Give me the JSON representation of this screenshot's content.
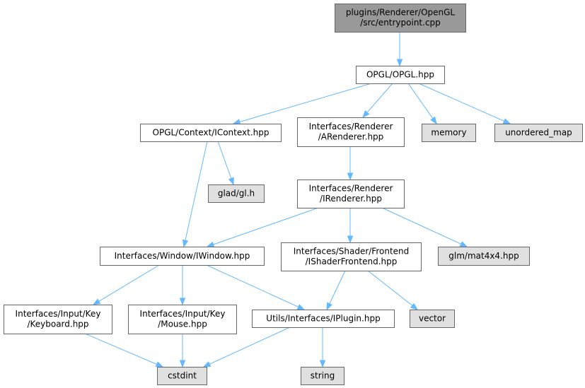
{
  "colors": {
    "root_fill": "#999999",
    "header_fill": "#ffffff",
    "system_fill": "#e0e0e0",
    "border": "#666666",
    "edge": "#63b8ff"
  },
  "nodes": [
    {
      "id": "entrypoint",
      "kind": "root",
      "lines": [
        "plugins/Renderer/OpenGL",
        "/src/entrypoint.cpp"
      ]
    },
    {
      "id": "opgl",
      "kind": "header",
      "lines": [
        "OPGL/OPGL.hpp"
      ]
    },
    {
      "id": "icontext",
      "kind": "header",
      "lines": [
        "OPGL/Context/IContext.hpp"
      ]
    },
    {
      "id": "arenderer",
      "kind": "header",
      "lines": [
        "Interfaces/Renderer",
        "/ARenderer.hpp"
      ]
    },
    {
      "id": "memory",
      "kind": "system",
      "lines": [
        "memory"
      ]
    },
    {
      "id": "unordered_map",
      "kind": "system",
      "lines": [
        "unordered_map"
      ]
    },
    {
      "id": "glad",
      "kind": "system",
      "lines": [
        "glad/gl.h"
      ]
    },
    {
      "id": "irenderer",
      "kind": "header",
      "lines": [
        "Interfaces/Renderer",
        "/IRenderer.hpp"
      ]
    },
    {
      "id": "iwindow",
      "kind": "header",
      "lines": [
        "Interfaces/Window/IWindow.hpp"
      ]
    },
    {
      "id": "ishader",
      "kind": "header",
      "lines": [
        "Interfaces/Shader/Frontend",
        "/IShaderFrontend.hpp"
      ]
    },
    {
      "id": "mat4x4",
      "kind": "system",
      "lines": [
        "glm/mat4x4.hpp"
      ]
    },
    {
      "id": "keyboard",
      "kind": "header",
      "lines": [
        "Interfaces/Input/Key",
        "/Keyboard.hpp"
      ]
    },
    {
      "id": "mouse",
      "kind": "header",
      "lines": [
        "Interfaces/Input/Key",
        "/Mouse.hpp"
      ]
    },
    {
      "id": "iplugin",
      "kind": "header",
      "lines": [
        "Utils/Interfaces/IPlugin.hpp"
      ]
    },
    {
      "id": "vector",
      "kind": "system",
      "lines": [
        "vector"
      ]
    },
    {
      "id": "cstdint",
      "kind": "system",
      "lines": [
        "cstdint"
      ]
    },
    {
      "id": "string",
      "kind": "system",
      "lines": [
        "string"
      ]
    }
  ],
  "edges": [
    {
      "from": "entrypoint",
      "to": "opgl"
    },
    {
      "from": "opgl",
      "to": "icontext"
    },
    {
      "from": "opgl",
      "to": "arenderer"
    },
    {
      "from": "opgl",
      "to": "memory"
    },
    {
      "from": "opgl",
      "to": "unordered_map"
    },
    {
      "from": "icontext",
      "to": "glad"
    },
    {
      "from": "icontext",
      "to": "iwindow"
    },
    {
      "from": "arenderer",
      "to": "irenderer"
    },
    {
      "from": "irenderer",
      "to": "iwindow"
    },
    {
      "from": "irenderer",
      "to": "ishader"
    },
    {
      "from": "irenderer",
      "to": "mat4x4"
    },
    {
      "from": "iwindow",
      "to": "keyboard"
    },
    {
      "from": "iwindow",
      "to": "mouse"
    },
    {
      "from": "iwindow",
      "to": "iplugin"
    },
    {
      "from": "ishader",
      "to": "iplugin"
    },
    {
      "from": "ishader",
      "to": "vector"
    },
    {
      "from": "keyboard",
      "to": "cstdint"
    },
    {
      "from": "mouse",
      "to": "cstdint"
    },
    {
      "from": "iplugin",
      "to": "cstdint"
    },
    {
      "from": "iplugin",
      "to": "string"
    }
  ]
}
